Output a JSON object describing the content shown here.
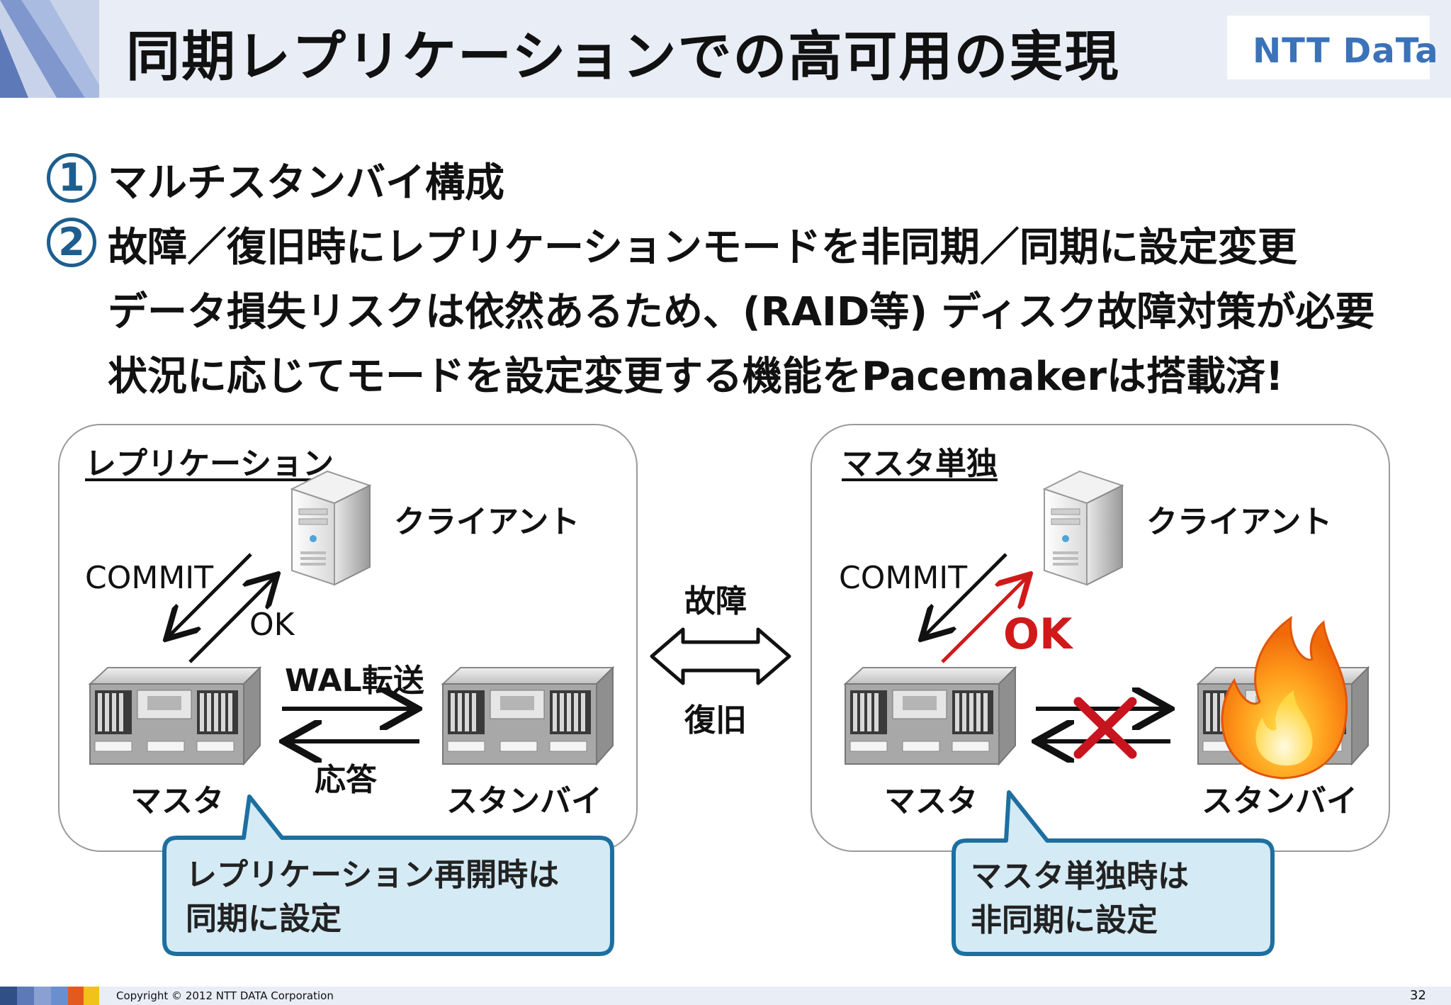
{
  "title": "同期レプリケーションでの高可用の実現",
  "logo": "NTT DaTa",
  "bullets": [
    {
      "num": "1",
      "text": "マルチスタンバイ構成"
    },
    {
      "num": "2",
      "text": "故障／復旧時にレプリケーションモードを非同期／同期に設定変更"
    }
  ],
  "sublines": [
    "データ損失リスクは依然あるため、(RAID等) ディスク故障対策が必要",
    "状況に応じてモードを設定変更する機能をPacemakerは搭載済!"
  ],
  "left_panel": {
    "title": "レプリケーション",
    "client_label": "クライアント",
    "commit_label": "COMMIT",
    "ok_label": "OK",
    "wal_label": "WAL転送",
    "response_label": "応答",
    "master_label": "マスタ",
    "standby_label": "スタンバイ",
    "callout": [
      "レプリケーション再開時は",
      "同期に設定"
    ]
  },
  "middle": {
    "failure_label": "故障",
    "recovery_label": "復旧"
  },
  "right_panel": {
    "title": "マスタ単独",
    "client_label": "クライアント",
    "commit_label": "COMMIT",
    "ok_label": "OK",
    "master_label": "マスタ",
    "standby_label": "スタンバイ",
    "callout": [
      "マスタ単独時は",
      "非同期に設定"
    ]
  },
  "footer": {
    "copyright": "Copyright © 2012 NTT DATA Corporation",
    "page": "32"
  },
  "colors": {
    "accent": "#1d5e8e",
    "logo_blue": "#3b72b8",
    "ok_red": "#d01a1a",
    "callout_fill": "#d4eaf4",
    "callout_border": "#1d6fa0"
  },
  "icons": {
    "client": "server-tower-icon",
    "master": "storage-server-icon",
    "standby": "storage-server-icon",
    "fire": "fire-icon",
    "cross": "x-mark-icon"
  }
}
